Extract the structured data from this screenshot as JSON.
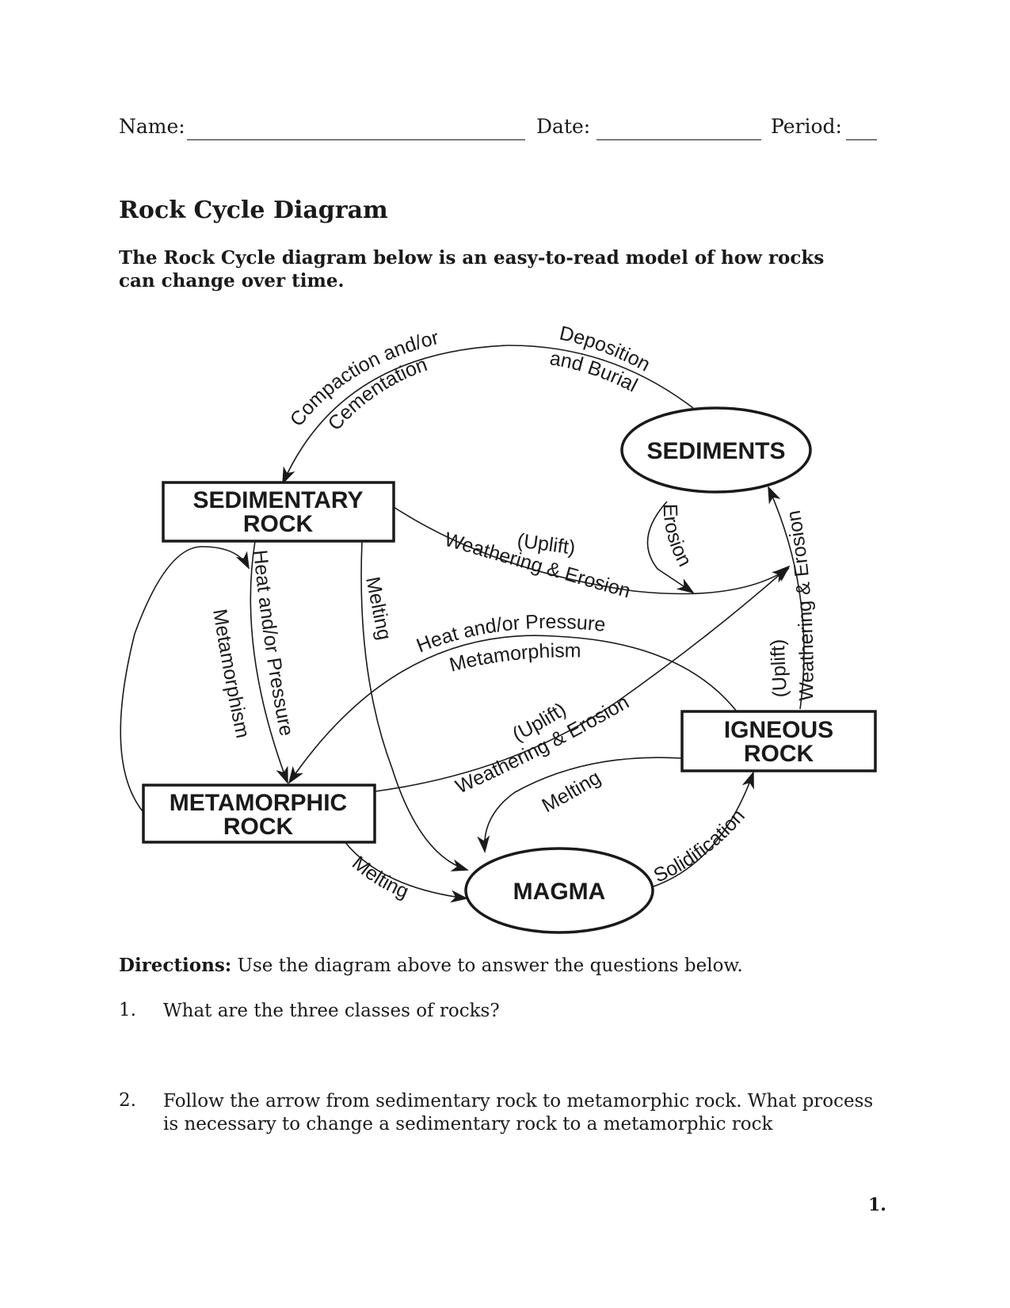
{
  "header": {
    "name_label": "Name:",
    "date_label": "Date:",
    "period_label": "Period:"
  },
  "title": "Rock Cycle Diagram",
  "intro": "The Rock Cycle diagram below is an easy-to-read model of how rocks can change over time.",
  "diagram": {
    "nodes": {
      "sediments": "SEDIMENTS",
      "sedimentary_rock": [
        "SEDIMENTARY",
        "ROCK"
      ],
      "metamorphic_rock": [
        "METAMORPHIC",
        "ROCK"
      ],
      "igneous_rock": [
        "IGNEOUS",
        "ROCK"
      ],
      "magma": "MAGMA"
    },
    "processes": {
      "deposition": [
        "Deposition",
        "and Burial"
      ],
      "compaction": [
        "Compaction and/or",
        "Cementation"
      ],
      "erosion": "Erosion",
      "uplift_sed": "(Uplift)",
      "weathering_sed": "Weathering & Erosion",
      "heat_center": [
        "Heat and/or Pressure",
        "Metamorphism"
      ],
      "uplift_meta": "(Uplift)",
      "weathering_meta": "Weathering & Erosion",
      "melting_left": "Melting",
      "heat_left": [
        "Heat and/or Pressure",
        "Metamorphism"
      ],
      "melting_center": "Melting",
      "melting_bottom": "Melting",
      "solidification": "Solidification",
      "uplift_right": "(Uplift)",
      "weathering_right": "Weathering & Erosion"
    }
  },
  "directions": {
    "label": "Directions:",
    "text": " Use the diagram above to answer the questions below."
  },
  "questions": [
    {
      "number": "1.",
      "text": "What are the three classes of rocks?"
    },
    {
      "number": "2.",
      "text": "Follow the arrow from sedimentary rock to metamorphic rock.  What process is necessary to change a sedimentary rock to a metamorphic rock"
    }
  ],
  "page_number": "1."
}
